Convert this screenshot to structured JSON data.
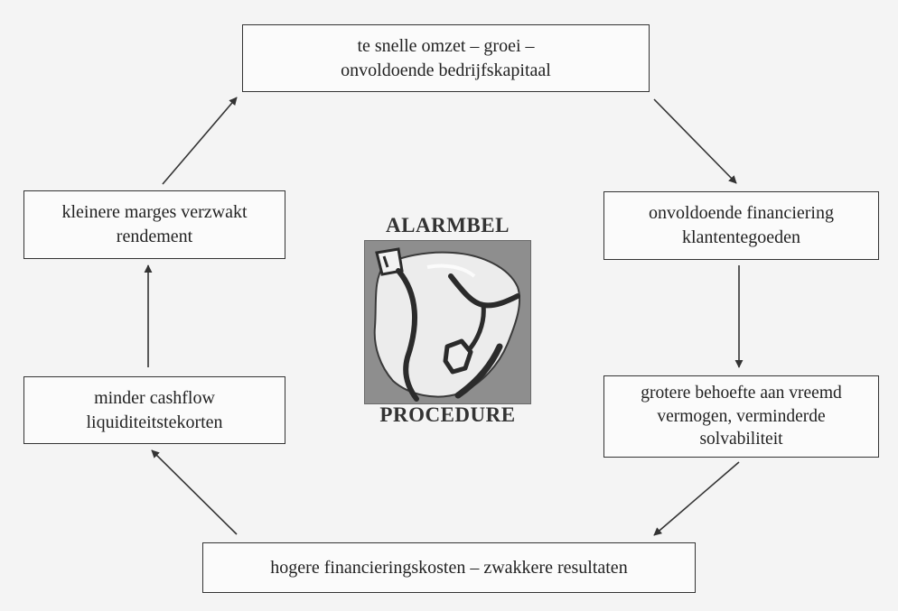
{
  "boxes": {
    "top": [
      "te snelle omzet – groei –",
      "onvoldoende bedrijfskapitaal"
    ],
    "right1": [
      "onvoldoende financiering",
      "klantentegoeden"
    ],
    "right2": [
      "grotere behoefte aan vreemd",
      "vermogen, verminderde",
      "solvabiliteit"
    ],
    "bottom": [
      "hogere financieringskosten – zwakkere resultaten"
    ],
    "left2": [
      "minder cashflow",
      "liquiditeitstekorten"
    ],
    "left1": [
      "kleinere marges verzwakt",
      "rendement"
    ]
  },
  "center": {
    "top_label": "ALARMBEL",
    "bottom_label": "PROCEDURE",
    "icon": "alarm-bell-icon"
  },
  "colors": {
    "line": "#333333",
    "box_border": "#333333",
    "icon_bg": "#8e8e8e",
    "icon_fill": "#ececec"
  }
}
